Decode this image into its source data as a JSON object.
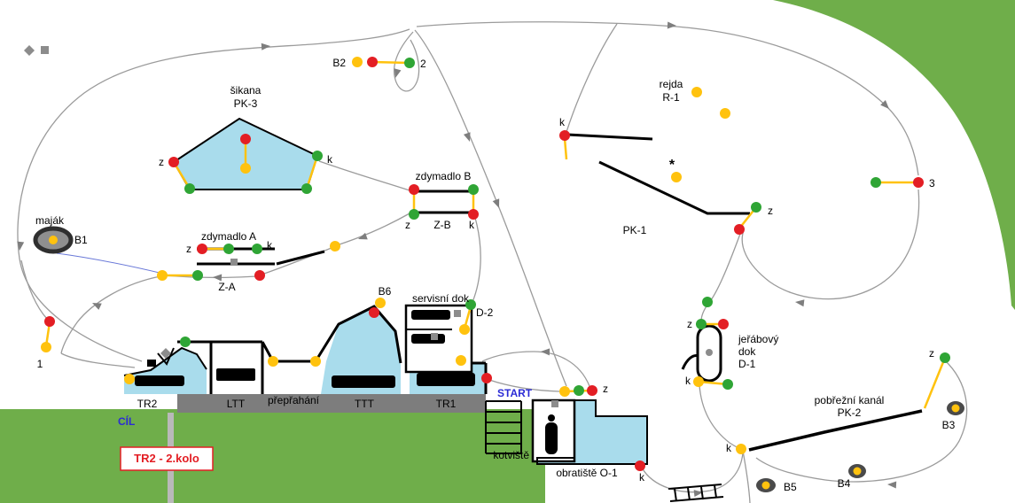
{
  "colors": {
    "red": "#e31e24",
    "green": "#2fa535",
    "yellow": "#ffc20e",
    "gray": "#8c8c8c",
    "water": "#a9dcec",
    "land": "#6fae4a",
    "platform": "#7d7d7d",
    "road": "#b9b9b9",
    "course": "#9b9b9b",
    "blue_text": "#2b2bd5",
    "buoy_body": "#4a4a4a"
  },
  "labels": {
    "b2": "B2",
    "gate2": "2",
    "sikana_title": "šikana",
    "sikana_code": "PK-3",
    "sikana_z": "z",
    "sikana_k": "k",
    "zdymadlo_b_title": "zdymadlo B",
    "zb_z": "z",
    "zb_code": "Z-B",
    "zb_k": "k",
    "rejda_title": "rejda",
    "rejda_code": "R-1",
    "pk1_k": "k",
    "pk1_star": "*",
    "pk1_z": "z",
    "pk1_code": "PK-1",
    "gate3": "3",
    "majak_title": "maják",
    "b1": "B1",
    "zdymadlo_a_title": "zdymadlo A",
    "za_z": "z",
    "za_k": "k",
    "za_code": "Z-A",
    "gate1": "1",
    "b6": "B6",
    "servis_title": "servisní dok",
    "servis_code": "D-2",
    "tr2": "TR2",
    "ltt": "LTT",
    "preprahani": "přepřahání",
    "ttt": "TTT",
    "tr1": "TR1",
    "start": "START",
    "cil": "CÍL",
    "kotviste": "kotviště",
    "obratiste": "obratiště O-1",
    "obratiste_z": "z",
    "obratiste_k": "k",
    "jerabovy_1": "jeřábový",
    "jerabovy_2": "dok",
    "jerabovy_3": "D-1",
    "dok_z": "z",
    "dok_k": "k",
    "pk2_title": "pobřežní kanál",
    "pk2_code": "PK-2",
    "pk2_k": "k",
    "pk2_z": "z",
    "b3": "B3",
    "b4": "B4",
    "b5": "B5",
    "lap": "TR2 - 2.kolo"
  }
}
